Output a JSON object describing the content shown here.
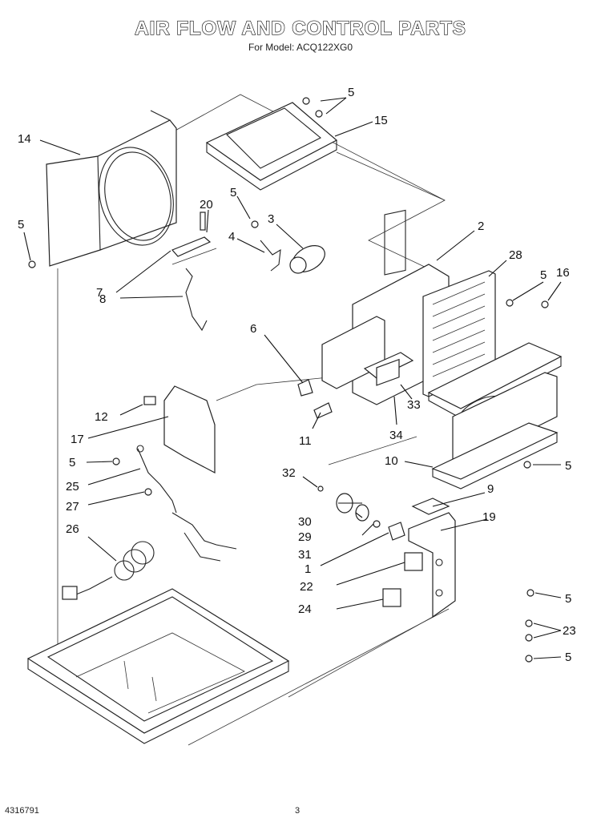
{
  "title": "AIR FLOW AND CONTROL PARTS",
  "subtitle": "For Model: ACQ122XG0",
  "footer": {
    "doc_number": "4316791",
    "page": "3"
  },
  "callouts": {
    "c14": "14",
    "c5_top": "5",
    "c15": "15",
    "c5_motor": "5",
    "c20": "20",
    "c3": "3",
    "c2": "2",
    "c5_left": "5",
    "c4": "4",
    "c28": "28",
    "c5_right": "5",
    "c16": "16",
    "c7": "7",
    "c8": "8",
    "c6": "6",
    "c12": "12",
    "c33": "33",
    "c17": "17",
    "c11": "11",
    "c34": "34",
    "c5_mid": "5",
    "c10": "10",
    "c5_base": "5",
    "c25": "25",
    "c32": "32",
    "c9": "9",
    "c27": "27",
    "c30": "30",
    "c19": "19",
    "c26": "26",
    "c29": "29",
    "c31": "31",
    "c1": "1",
    "c22": "22",
    "c5_ctrl": "5",
    "c24": "24",
    "c23": "23",
    "c5_bottom": "5"
  }
}
